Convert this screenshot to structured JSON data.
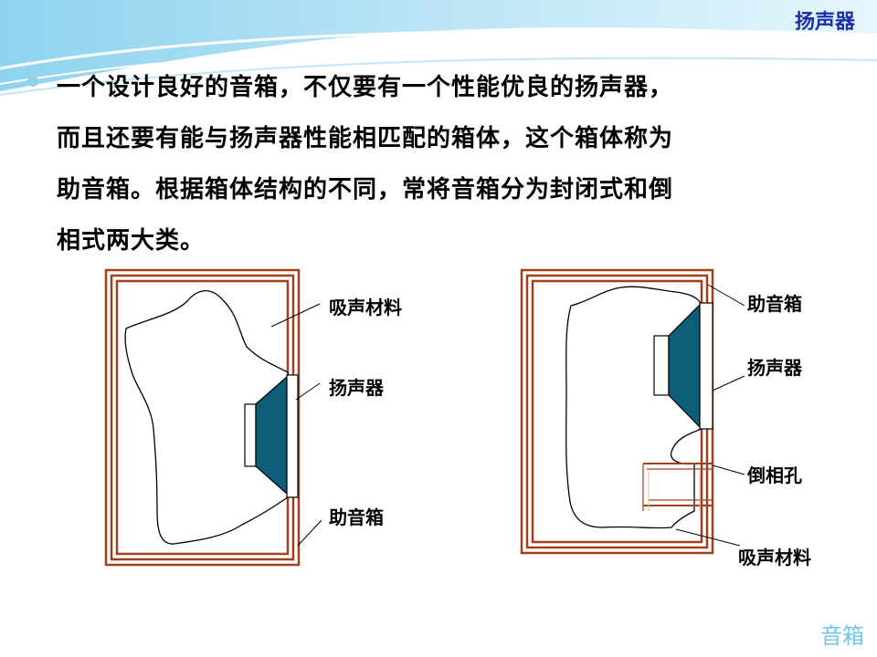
{
  "header": {
    "title": "扬声器"
  },
  "body": {
    "lines": [
      "一个设计良好的音箱，不仅要有一个性能优良的扬声器，",
      "而且还要有能与扬声器性能相匹配的箱体，这个箱体称为",
      "助音箱。根据箱体结构的不同，常将音箱分为封闭式和倒",
      "相式两大类。"
    ]
  },
  "diagram_left": {
    "labels": {
      "absorb": "吸声材料",
      "speaker": "扬声器",
      "box": "助音箱"
    }
  },
  "diagram_right": {
    "labels": {
      "box": "助音箱",
      "speaker": "扬声器",
      "port": "倒相孔",
      "absorb": "吸声材料"
    }
  },
  "colors": {
    "frame": "#a0401f",
    "cone": "#0d5e78",
    "title": "#1a2fa8",
    "footer": "#6ec6ea"
  },
  "footer": {
    "text": "音箱"
  }
}
